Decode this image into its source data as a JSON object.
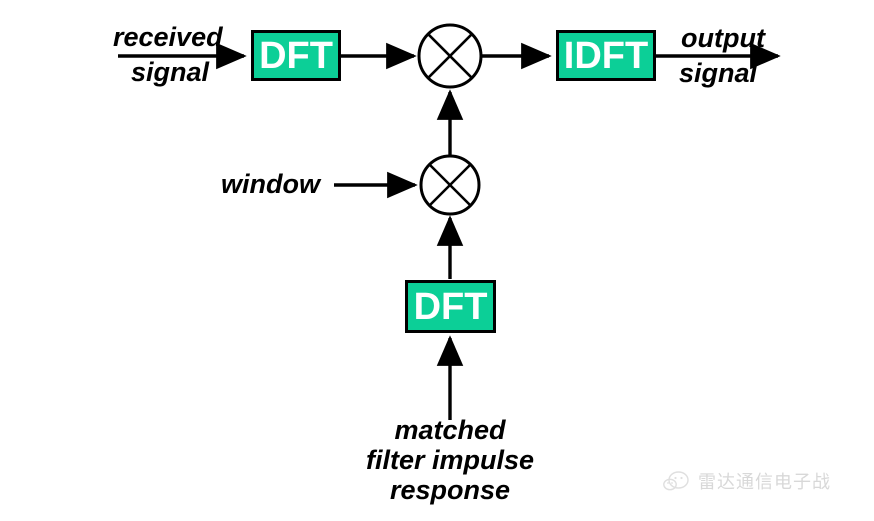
{
  "diagram": {
    "title": "Frequency-domain matched filtering block diagram",
    "colors": {
      "block_fill": "#0ccf97",
      "block_border": "#000000",
      "block_text": "#ffffff",
      "line": "#000000",
      "background": "#ffffff",
      "watermark_text": "#b9b9b9"
    },
    "blocks": [
      {
        "id": "dft-top",
        "label": "DFT"
      },
      {
        "id": "idft",
        "label": "IDFT"
      },
      {
        "id": "dft-bottom",
        "label": "DFT"
      }
    ],
    "multipliers": [
      {
        "id": "multiplier-top",
        "symbol": "x-cross"
      },
      {
        "id": "multiplier-window",
        "symbol": "x-cross"
      }
    ],
    "labels": {
      "input": {
        "line1": "received",
        "line2": "signal"
      },
      "output": {
        "line1": "output",
        "line2": "signal"
      },
      "window": "window",
      "matched_filter": {
        "line1": "matched",
        "line2": "filter impulse",
        "line3": "response"
      }
    }
  },
  "watermark": {
    "text": "雷达通信电子战",
    "logo": "chat-bubble-logo"
  }
}
